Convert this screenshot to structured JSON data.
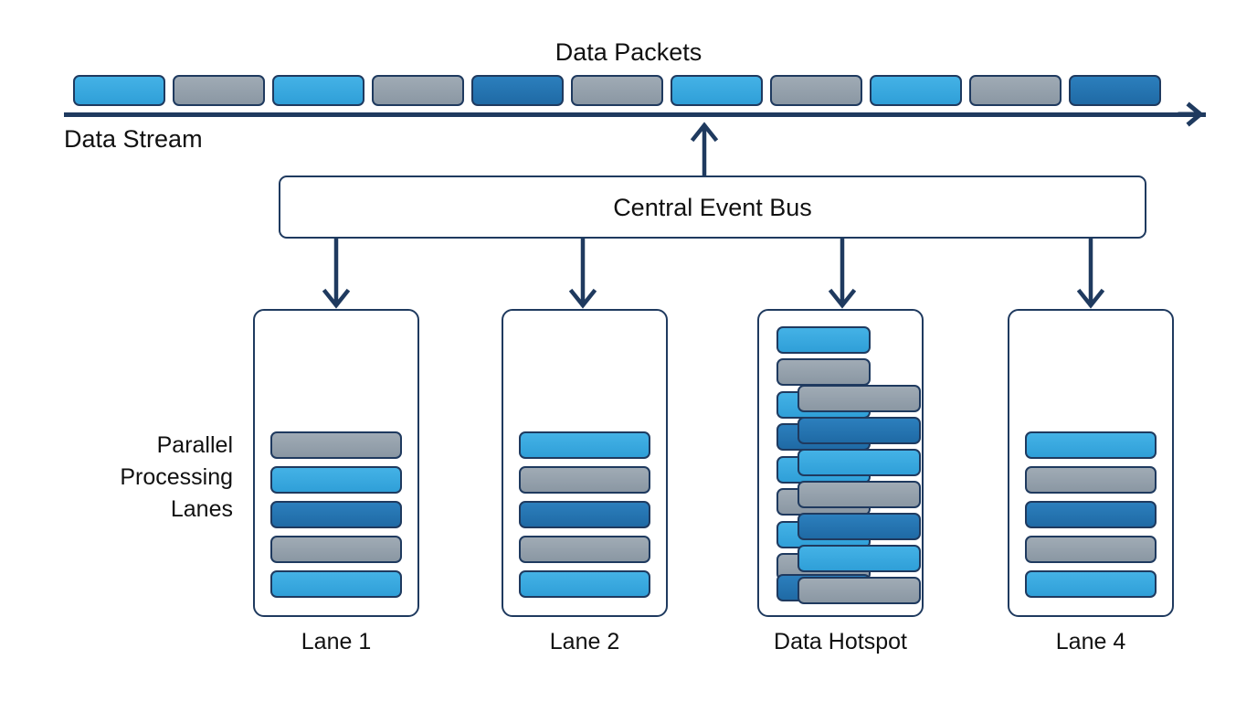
{
  "title": "Data Packets",
  "stream_label": "Data Stream",
  "lanes_label_lines": [
    "Parallel",
    "Processing",
    "Lanes"
  ],
  "bus": {
    "label": "Central Event Bus"
  },
  "colors": {
    "light_blue": "#3BA9E0",
    "gray": "#93A0AB",
    "dark_blue": "#2272B0",
    "outline": "#1F3A5F",
    "background": "#FFFFFF"
  },
  "stream": {
    "packet_count": 11,
    "packets": [
      {
        "color": "light_blue"
      },
      {
        "color": "gray"
      },
      {
        "color": "light_blue"
      },
      {
        "color": "gray"
      },
      {
        "color": "dark_blue"
      },
      {
        "color": "gray"
      },
      {
        "color": "light_blue"
      },
      {
        "color": "gray"
      },
      {
        "color": "light_blue"
      },
      {
        "color": "gray"
      },
      {
        "color": "dark_blue"
      }
    ]
  },
  "lanes": [
    {
      "caption": "Lane 1",
      "overloaded": false,
      "packets": [
        {
          "color": "gray"
        },
        {
          "color": "light_blue"
        },
        {
          "color": "dark_blue"
        },
        {
          "color": "gray"
        },
        {
          "color": "light_blue"
        }
      ]
    },
    {
      "caption": "Lane 2",
      "overloaded": false,
      "packets": [
        {
          "color": "light_blue"
        },
        {
          "color": "gray"
        },
        {
          "color": "dark_blue"
        },
        {
          "color": "gray"
        },
        {
          "color": "light_blue"
        }
      ]
    },
    {
      "caption": "Data Hotspot",
      "overloaded": true,
      "packets": [
        {
          "color": "light_blue"
        },
        {
          "color": "gray"
        },
        {
          "color": "light_blue"
        },
        {
          "color": "dark_blue"
        },
        {
          "color": "light_blue"
        },
        {
          "color": "gray"
        },
        {
          "color": "light_blue"
        },
        {
          "color": "gray"
        },
        {
          "color": "dark_blue"
        },
        {
          "color": "gray"
        },
        {
          "color": "dark_blue"
        },
        {
          "color": "light_blue"
        },
        {
          "color": "gray"
        },
        {
          "color": "dark_blue"
        },
        {
          "color": "light_blue"
        },
        {
          "color": "gray"
        }
      ]
    },
    {
      "caption": "Lane 4",
      "overloaded": false,
      "packets": [
        {
          "color": "light_blue"
        },
        {
          "color": "gray"
        },
        {
          "color": "dark_blue"
        },
        {
          "color": "gray"
        },
        {
          "color": "light_blue"
        }
      ]
    }
  ],
  "arrows": {
    "stream_direction": "right",
    "bus_to_stream": "up",
    "bus_to_lanes": "down",
    "lane_arrow_count": 4
  }
}
